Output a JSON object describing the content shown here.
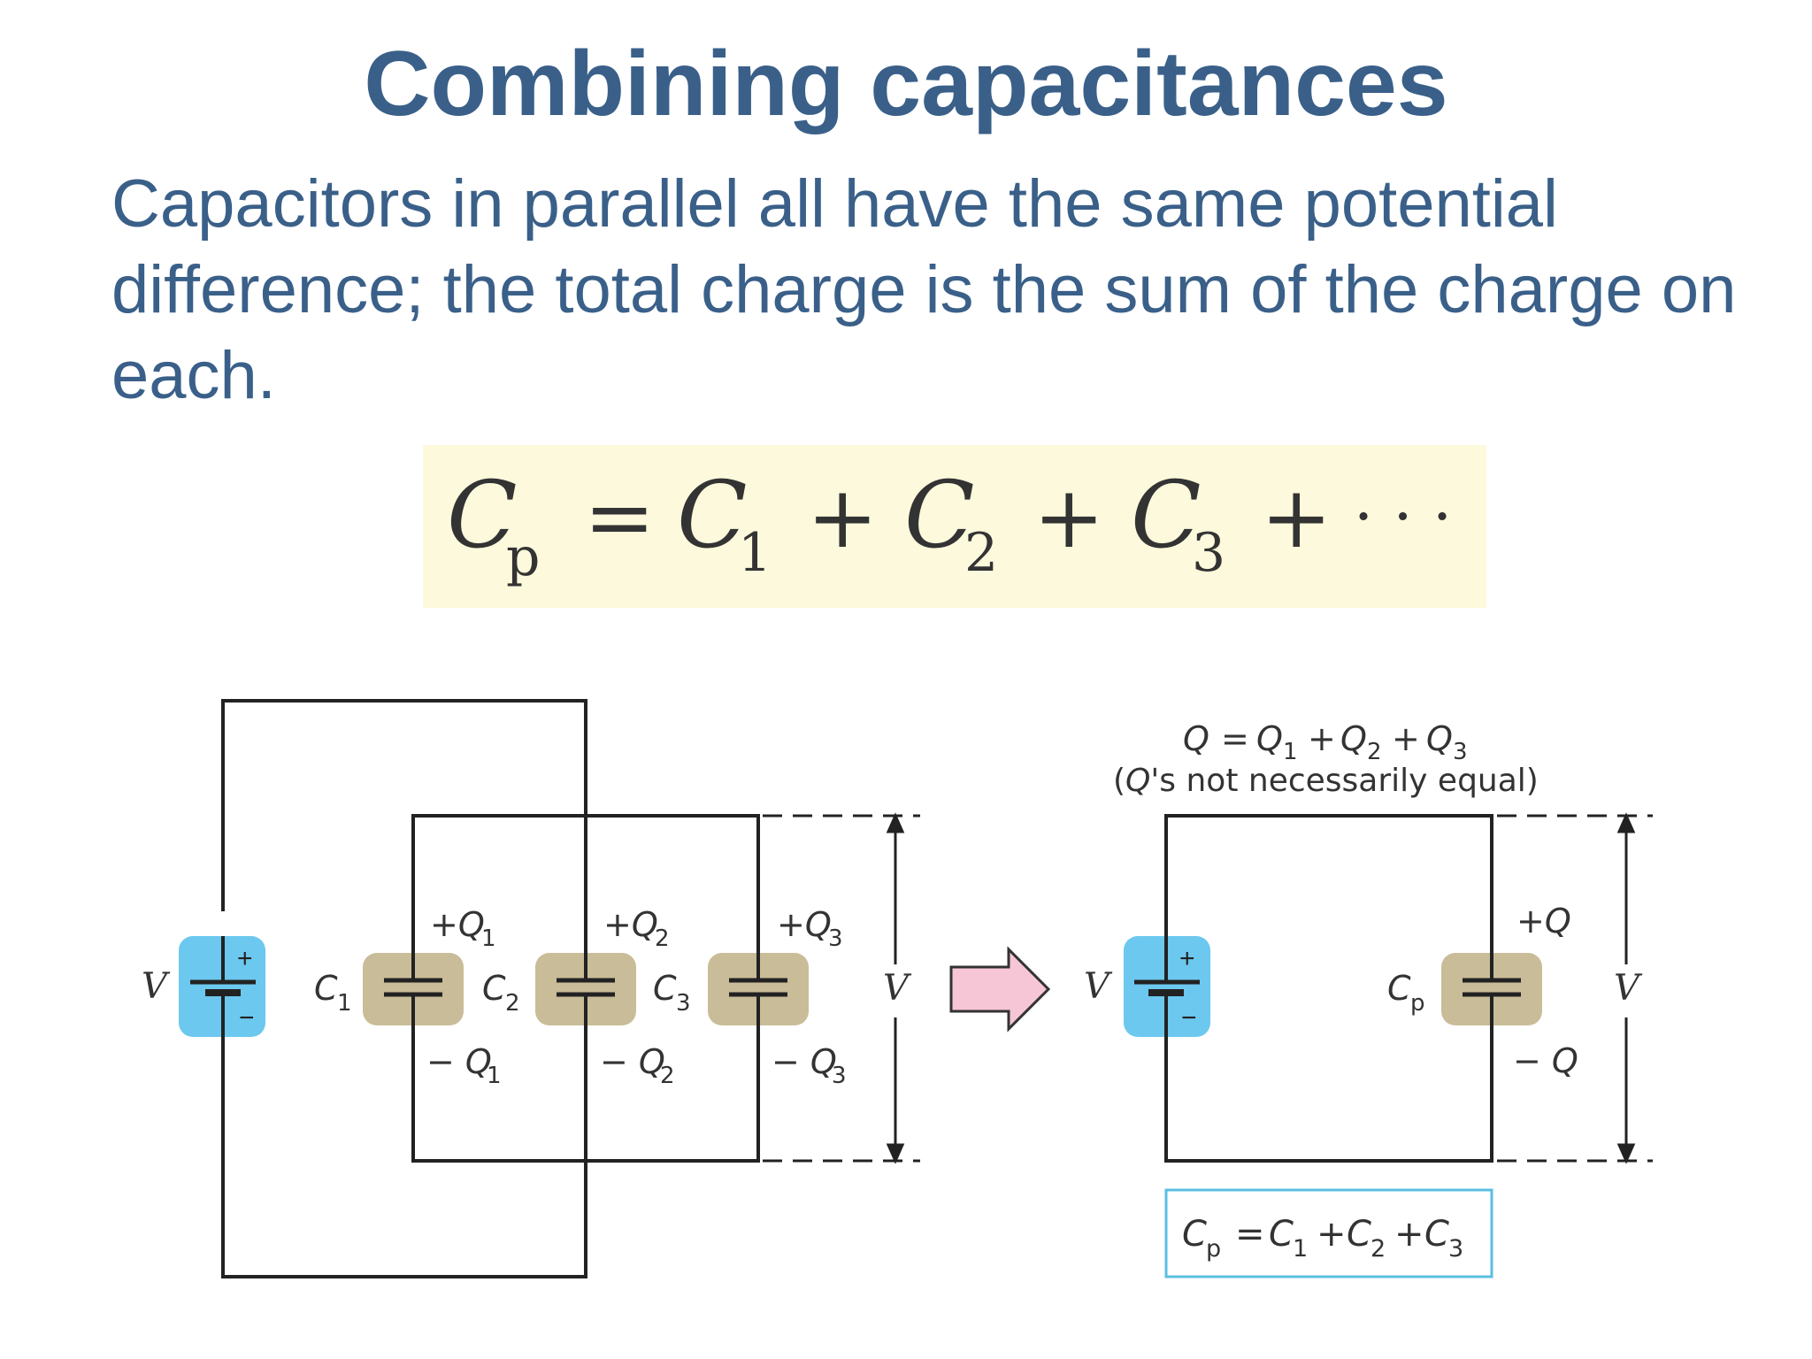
{
  "slide": {
    "title": "Combining capacitances",
    "body": "Capacitors in parallel all have the same potential difference; the total charge is the sum of the charge on each."
  },
  "colors": {
    "title_text": "#3a6089",
    "formula_box_fill": "#fdf9dc",
    "battery_fill": "#6cc8ee",
    "capacitor_fill": "#c9bc98",
    "arrow_fill": "#f6c5d6",
    "result_box_border": "#5bbfe0"
  },
  "formula": {
    "c": "C",
    "p": "p",
    "one": "1",
    "two": "2",
    "three": "3",
    "equals": "=",
    "plus": "+",
    "dots": "· · ·"
  },
  "left_circuit": {
    "voltage_label": "V",
    "battery_plus": "+",
    "battery_minus": "−",
    "capacitors": [
      {
        "name": "C",
        "sub": "1",
        "charge_plus": "+Q",
        "charge_minus": "− Q",
        "charge_sub": "1"
      },
      {
        "name": "C",
        "sub": "2",
        "charge_plus": "+Q",
        "charge_minus": "− Q",
        "charge_sub": "2"
      },
      {
        "name": "C",
        "sub": "3",
        "charge_plus": "+Q",
        "charge_minus": "− Q",
        "charge_sub": "3"
      }
    ],
    "right_voltage_label": "V"
  },
  "right_circuit": {
    "charge_equation": {
      "q": "Q",
      "equals": "=",
      "plus": "+",
      "s1": "1",
      "s2": "2",
      "s3": "3"
    },
    "charge_note_open": "(",
    "charge_note_q": "Q",
    "charge_note_rest": "'s not necessarily equal)",
    "voltage_label": "V",
    "battery_plus": "+",
    "battery_minus": "−",
    "capacitor_name": "C",
    "capacitor_sub": "p",
    "charge_plus": "+Q",
    "charge_minus": "− Q",
    "right_voltage_label": "V",
    "result": {
      "c": "C",
      "p": "p",
      "equals": "=",
      "plus": "+",
      "s1": "1",
      "s2": "2",
      "s3": "3"
    }
  }
}
